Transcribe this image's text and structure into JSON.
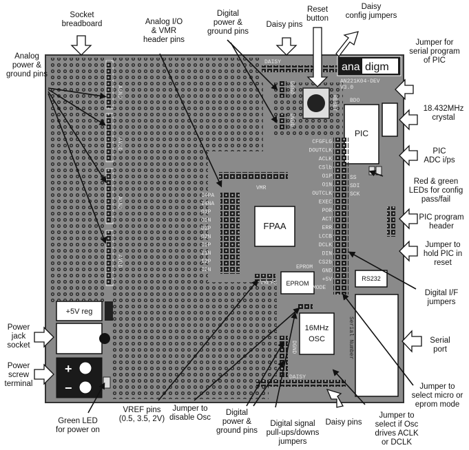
{
  "callouts": {
    "socket_breadboard": "Socket\nbreadboard",
    "analog_io_vmr": "Analog I/O\n& VMR\nheader pins",
    "digital_power_top": "Digital\npower &\nground pins",
    "daisy_pins_top": "Daisy pins",
    "reset_button": "Reset\nbutton",
    "daisy_config": "Daisy\nconfig jumpers",
    "analog_power": "Analog\npower &\nground pins",
    "jumper_serial_prog": "Jumper for\nserial program\nof PIC",
    "crystal": "18.432MHz\ncrystal",
    "pic_adc": "PIC\nADC i/ps",
    "leds_config": "Red & green\nLEDs for config\npass/fail",
    "pic_prog_header": "PIC program\nheader",
    "jumper_hold_pic": "Jumper to\nhold PIC in\nreset",
    "digital_if": "Digital I/F\njumpers",
    "serial_port": "Serial\nport",
    "power_jack": "Power\njack\nsocket",
    "power_screw": "Power\nscrew\nterminal",
    "green_led": "Green LED\nfor power on",
    "vref_pins": "VREF pins\n(0.5, 3.5, 2V)",
    "jumper_disable_osc": "Jumper to\ndisable Osc",
    "digital_power_bottom": "Digital\npower &\nground pins",
    "digital_signal_pullups": "Digital signal\npull-ups/downs\njumpers",
    "daisy_pins_bottom": "Daisy pins",
    "jumper_osc_aclk": "Jumper to\nselect if Osc\ndrives ACLK\nor DCLK",
    "jumper_micro_eprom": "Jumper to\nselect micro or\neprom mode"
  },
  "components": {
    "pic": "PIC",
    "fpaa": "FPAA",
    "eprom": "EPROM",
    "osc": "16MHz\nOSC",
    "reg": "+5V reg",
    "rs232": "RS232",
    "logo_ana": "ana",
    "logo_digm": "digm",
    "board_code": "AN221K04-DEV",
    "board_ver": "V3.0",
    "plus": "+",
    "minus": "−",
    "serial_number": "Serial Number"
  },
  "silkscreen": {
    "daisy_top": "DAISY",
    "daisy_bottom": "DAISY",
    "reset": "RESET",
    "dgnd": "DGND",
    "dvdd": "DVDD",
    "agnd": "AGND",
    "avdd": "AVDD",
    "vmr": "VMR",
    "vrefs": "VREFS",
    "eprom_label": "EPROM",
    "mode": "MODE",
    "bdo": "BDO",
    "io_header": [
      "I4PA",
      "I4NA",
      "O1P",
      "O1N",
      "O2P",
      "O2N",
      "I1P",
      "I1N",
      "I2P",
      "I2N"
    ],
    "digital_if": [
      "CFGFLG",
      "DOUTCLK",
      "ACLK",
      "CSlb",
      "O1P",
      "O1N",
      "OUTCLK",
      "EXEC",
      "POR",
      "ACT",
      "ERR",
      "LCCB",
      "DCLK",
      "DIN",
      "CS2b",
      "GND",
      "+5V"
    ],
    "led_labels": [
      "SS",
      "SDI",
      "SCK"
    ]
  }
}
